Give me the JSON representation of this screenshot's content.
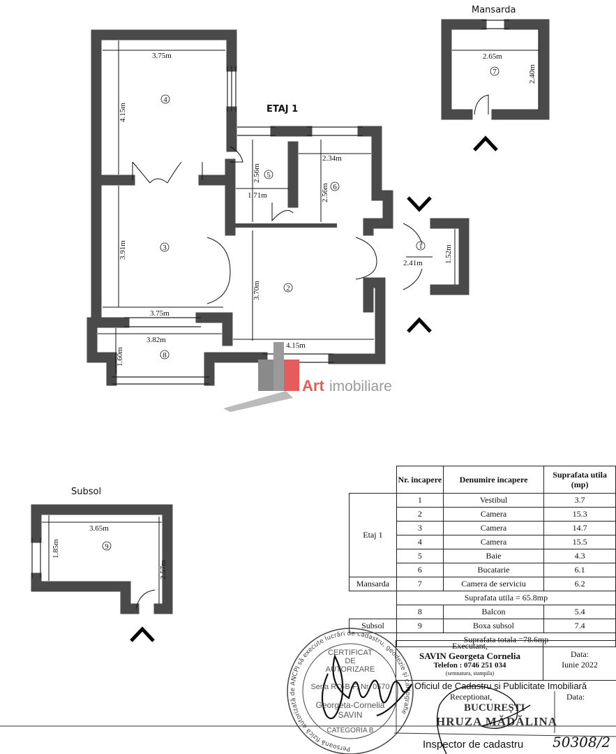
{
  "titles": {
    "etaj": "ETAJ 1",
    "mansarda": "Mansarda",
    "subsol": "Subsol"
  },
  "dimensions": {
    "etaj": [
      "3.75m",
      "4.15m",
      "2.56m",
      "1.71m",
      "2.34m",
      "2.56m",
      "3.91m",
      "3.70m",
      "3.75m",
      "2.41m",
      "1.52m",
      "3.82m",
      "1.60m",
      "4.15m"
    ],
    "mansarda": [
      "2.65m",
      "2.40m"
    ],
    "subsol": [
      "3.65m",
      "1.85m",
      "2.57m"
    ]
  },
  "room_numbers": [
    "1",
    "2",
    "3",
    "4",
    "5",
    "6",
    "7",
    "8",
    "9"
  ],
  "watermark": {
    "brand": "Art",
    "suffix": "imobiliare"
  },
  "table": {
    "headers": [
      "Nr. incapere",
      "Denumire incapere",
      "Suprafata utila (mp)"
    ],
    "rows": [
      {
        "level": "Etaj 1",
        "nr": "1",
        "name": "Vestibul",
        "area": "3.7"
      },
      {
        "nr": "2",
        "name": "Camera",
        "area": "15.3"
      },
      {
        "nr": "3",
        "name": "Camera",
        "area": "14.7"
      },
      {
        "nr": "4",
        "name": "Camera",
        "area": "15.5"
      },
      {
        "nr": "5",
        "name": "Baie",
        "area": "4.3"
      },
      {
        "nr": "6",
        "name": "Bucatarie",
        "area": "6.1"
      },
      {
        "level": "Mansarda",
        "nr": "7",
        "name": "Camera de serviciu",
        "area": "6.2"
      },
      {
        "nr": "8",
        "name": "Balcon",
        "area": "5.4"
      },
      {
        "level": "Subsol",
        "nr": "9",
        "name": "Boxa subsol",
        "area": "7.4"
      }
    ],
    "subtotal": "Suprafata utila = 65.8mp",
    "total": "Suprafata totala =78.6mp"
  },
  "signature_box": {
    "executant_label": "Executant,",
    "executant_name": "SAVIN Georgeta Cornelia",
    "phone": "Telefon : 0746 251 034",
    "stamp_note": "(semnatura, stampila)",
    "date_label": "Data:",
    "date_value": "Iunie 2022",
    "office": "Oficiul de Cadastru și Publicitate Imobiliară",
    "received": "Receptionat,",
    "city": "BUCUREȘTI",
    "inspector_name": "HRUZA MĂDĂLINA",
    "inspector_title": "Inspector de cadastru",
    "received_date_label": "Data:",
    "handwritten_number": "50308/2"
  },
  "stamp": {
    "ring_text": "Persoană fizică autorizată de ANCPI să execute lucrări de cadastru, geodezie și cartografie",
    "certificat": "CERTIFICAT",
    "de": "DE",
    "autorizare": "AUTORIZARE",
    "serie": "Seria RO-B-F, Nr. 0570",
    "name1": "Georgeta-Cornelia",
    "name2": "SAVIN",
    "category": "CATEGORIA B"
  }
}
